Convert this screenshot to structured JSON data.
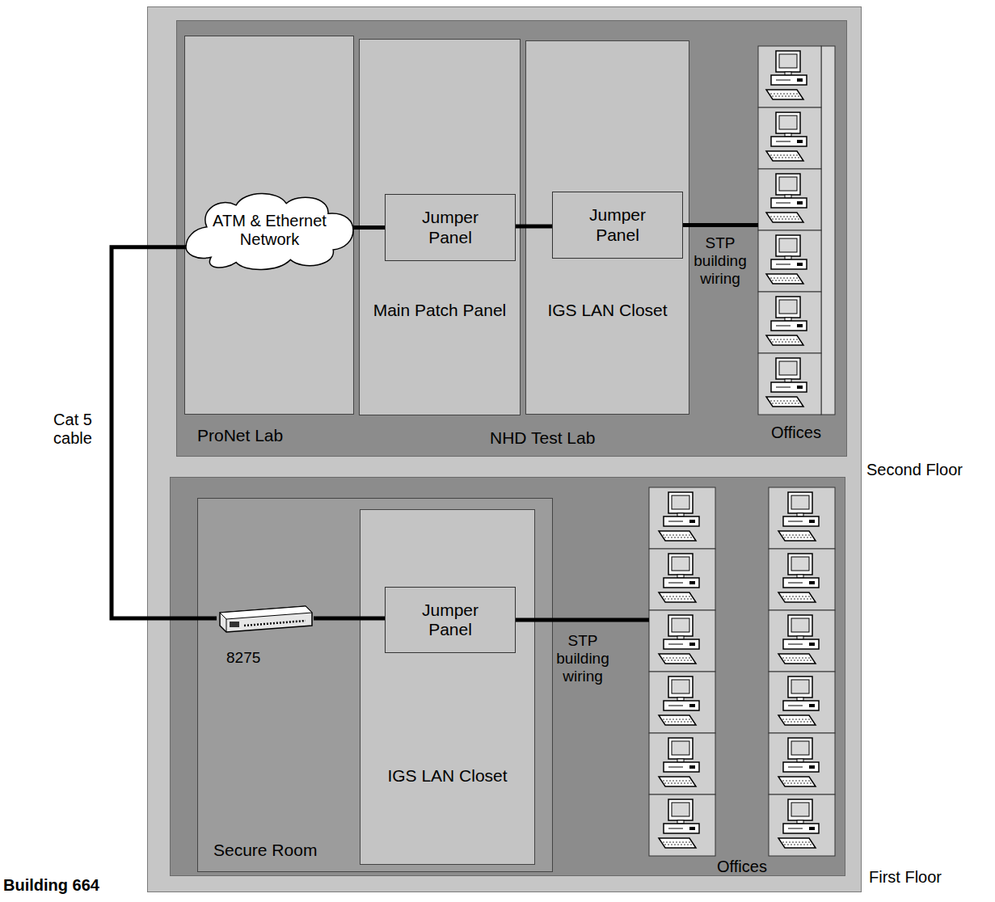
{
  "diagram": {
    "nodes": [
      {
        "text": [
          "Building 664"
        ]
      },
      {
        "text": [
          "Second Floor"
        ],
        "in": 0
      },
      {
        "text": [
          "ProNet Lab"
        ],
        "in": 1
      },
      {
        "text": [
          "ATM & Ethernet Network"
        ],
        "in": 2
      },
      {
        "text": [
          "Main Patch Panel"
        ],
        "in": 1
      },
      {
        "text": [
          "Jumper Panel"
        ],
        "in": 4
      },
      {
        "text": [
          "IGS LAN Closet"
        ],
        "in": 1
      },
      {
        "text": [
          "Jumper Panel"
        ],
        "in": 6
      },
      {
        "text": [
          "Offices"
        ],
        "in": 1
      },
      {
        "text": [
          "First Floor"
        ],
        "in": 0
      },
      {
        "text": [
          "Secure Room"
        ],
        "in": 9
      },
      {
        "text": [
          "8275"
        ],
        "in": 10
      },
      {
        "text": [
          "IGS LAN Closet"
        ],
        "in": 10
      },
      {
        "text": [
          "Jumper Panel"
        ],
        "in": 12
      },
      {
        "text": [
          "Offices"
        ],
        "in": 9
      }
    ],
    "edges": [
      {
        "from": 3,
        "to": 5,
        "arrow": "none"
      },
      {
        "from": 5,
        "to": 7,
        "arrow": "none"
      },
      {
        "from": 7,
        "to": 8,
        "label": "STP building wiring",
        "arrow": "none"
      },
      {
        "from": 3,
        "to": 11,
        "label": "Cat 5 cable",
        "arrow": "none"
      },
      {
        "from": 11,
        "to": 13,
        "arrow": "none"
      },
      {
        "from": 13,
        "to": 14,
        "label": "STP building wiring",
        "arrow": "none"
      }
    ],
    "labels": [
      "NHD Test Lab"
    ]
  }
}
